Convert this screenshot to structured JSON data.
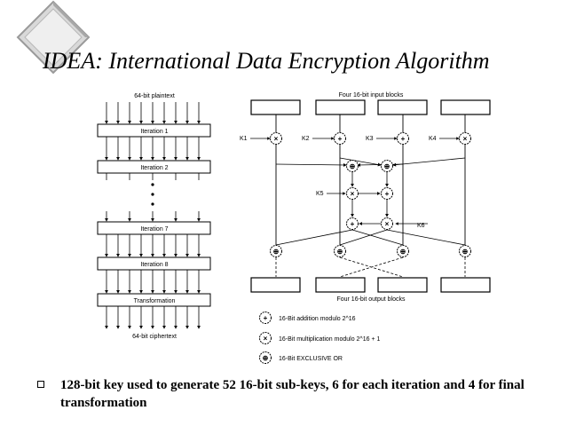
{
  "slide": {
    "title": "IDEA: International Data Encryption Algorithm",
    "bullet_text": "128-bit key used to generate 52 16-bit sub-keys, 6 for each iteration and 4 for final transformation"
  },
  "left_flow": {
    "top_label": "64-bit plaintext",
    "bottom_label": "64-bit ciphertext",
    "boxes": [
      "Iteration 1",
      "Iteration 2",
      "Iteration 7",
      "Iteration 8",
      "Transformation"
    ]
  },
  "right_flow": {
    "top_label": "Four 16-bit input blocks",
    "bottom_label": "Four 16-bit output blocks",
    "key_labels": [
      "K1",
      "K2",
      "K3",
      "K4",
      "K5",
      "K6"
    ]
  },
  "legend": [
    {
      "symbol": "+",
      "text": "16-Bit addition modulo 2^16"
    },
    {
      "symbol": "×",
      "text": "16-Bit multiplication modulo 2^16 + 1"
    },
    {
      "symbol": "⊕",
      "text": "16-Bit EXCLUSIVE OR"
    }
  ],
  "icons": {
    "logo": "diamond-logo-icon",
    "bullet": "square-bullet-icon"
  }
}
